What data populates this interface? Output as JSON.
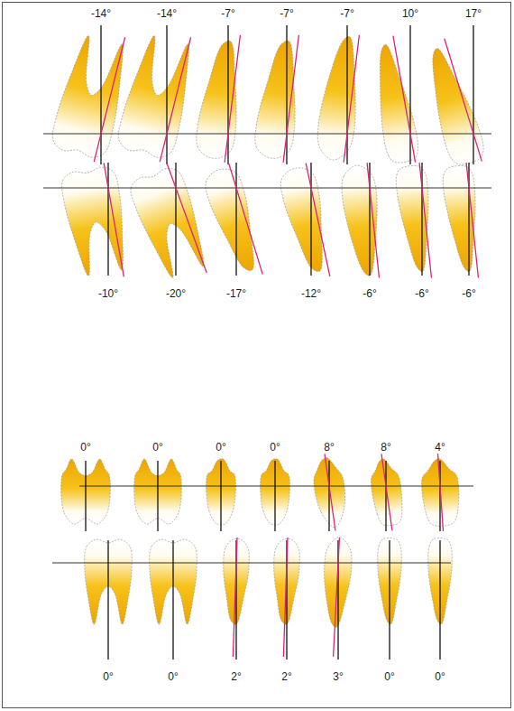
{
  "diagram": {
    "labels": [
      "-14°",
      "-14°",
      "-7°",
      "-7°",
      "-7°",
      "10°",
      "17°",
      "-10°",
      "-20°",
      "-17°",
      "-12°",
      "-6°",
      "-6°",
      "-6°",
      "0°",
      "0°",
      "0°",
      "0°",
      "8°",
      "8°",
      "4°",
      "0°",
      "0°",
      "2°",
      "2°",
      "3°",
      "0°",
      "0°"
    ]
  }
}
